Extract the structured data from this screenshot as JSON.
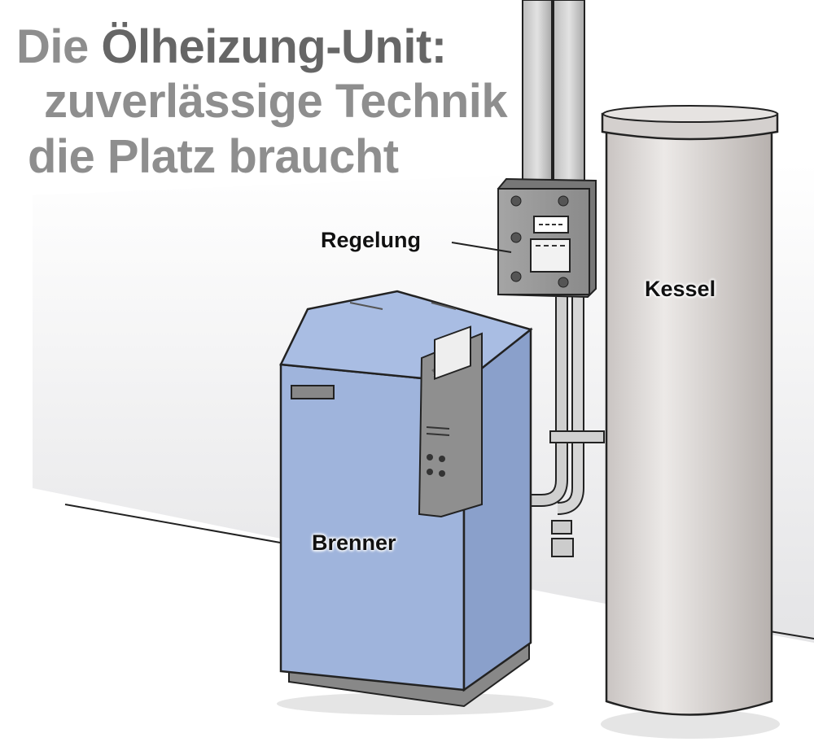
{
  "title": {
    "line1_prefix": "Die",
    "line1_highlight": "Ölheizung-Unit:",
    "line2": "zuverlässige Technik",
    "line3": "die Platz braucht"
  },
  "labels": {
    "control": "Regelung",
    "tank": "Kessel",
    "burner": "Brenner"
  },
  "colors": {
    "burner_blue": "#9fb4dc",
    "tank_gray": "#d9d5d3",
    "title_gray": "#8e8e8e",
    "title_dark": "#666666"
  }
}
